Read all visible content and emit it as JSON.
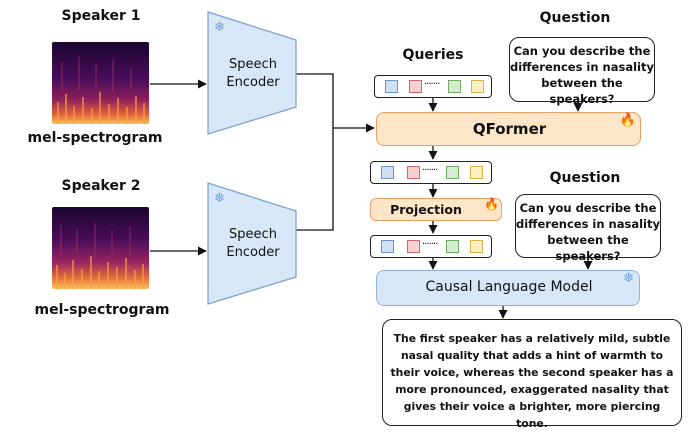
{
  "speaker1": {
    "title": "Speaker 1",
    "mel_label": "mel-spectrogram"
  },
  "speaker2": {
    "title": "Speaker 2",
    "mel_label": "mel-spectrogram"
  },
  "encoder1": {
    "label_line1": "Speech",
    "label_line2": "Encoder",
    "icon": "snowflake-icon"
  },
  "encoder2": {
    "label_line1": "Speech",
    "label_line2": "Encoder",
    "icon": "snowflake-icon"
  },
  "queries_label": "Queries",
  "question1": {
    "heading": "Question",
    "line1": "Can you describe the",
    "line2": "differences in nasality",
    "line3": "between the speakers?"
  },
  "question2": {
    "heading": "Question",
    "line1": "Can you describe the",
    "line2": "differences in nasality",
    "line3": "between the speakers?"
  },
  "qformer": {
    "label": "QFormer",
    "icon": "fire-icon"
  },
  "projection": {
    "label": "Projection",
    "icon": "fire-icon"
  },
  "llm": {
    "label": "Causal Language Model",
    "icon": "snowflake-icon"
  },
  "response": {
    "line1": "The first speaker has a relatively mild, subtle",
    "line2": "nasal quality that adds a hint of warmth to",
    "line3": "their voice, whereas the second speaker has a",
    "line4": "more pronounced, exaggerated nasality that",
    "line5": "gives their voice a brighter, more piercing tone."
  },
  "token_colors": {
    "blue": "#a8c6ea",
    "red": "#f3b2b2",
    "green": "#bfe0b8",
    "yellow": "#fbe6a6"
  }
}
